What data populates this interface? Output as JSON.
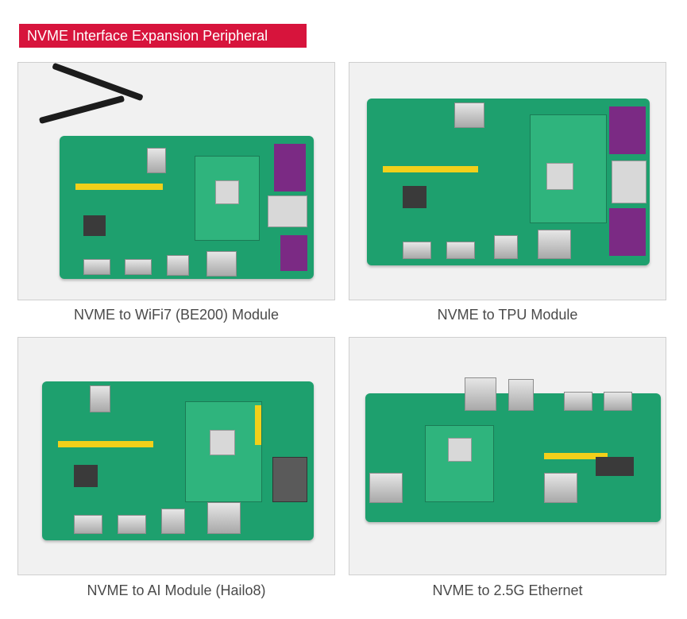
{
  "header": {
    "title": "NVME Interface Expansion Peripheral"
  },
  "panels": [
    {
      "caption": "NVME to WiFi7 (BE200) Module"
    },
    {
      "caption": "NVME to TPU Module"
    },
    {
      "caption": "NVME to AI Module (Hailo8)"
    },
    {
      "caption": "NVME to 2.5G Ethernet"
    }
  ],
  "colors": {
    "banner": "#d7143c",
    "board": "#1ea06e",
    "header_strip": "#f2d01a",
    "m2_card": "#7b2a84"
  }
}
